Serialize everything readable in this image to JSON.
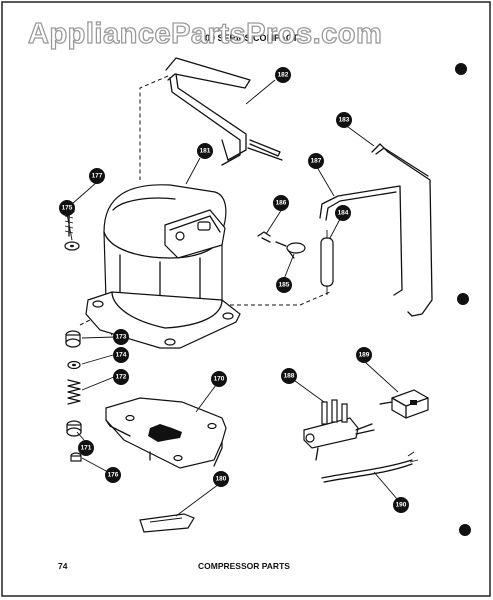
{
  "watermark": "AppliancePartsPros.com",
  "header_text": "100 SERIES COMPACT",
  "footer": {
    "page_number": "74",
    "title": "COMPRESSOR PARTS"
  },
  "parts": [
    {
      "id": "p177",
      "label": "177"
    },
    {
      "id": "p175",
      "label": "175"
    },
    {
      "id": "p181",
      "label": "181"
    },
    {
      "id": "p182",
      "label": "182"
    },
    {
      "id": "p183",
      "label": "183"
    },
    {
      "id": "p187",
      "label": "187"
    },
    {
      "id": "p186",
      "label": "186"
    },
    {
      "id": "p184",
      "label": "184"
    },
    {
      "id": "p185",
      "label": "185"
    },
    {
      "id": "p173",
      "label": "173"
    },
    {
      "id": "p174",
      "label": "174"
    },
    {
      "id": "p172",
      "label": "172"
    },
    {
      "id": "p171",
      "label": "171"
    },
    {
      "id": "p176",
      "label": "176"
    },
    {
      "id": "p170",
      "label": "170"
    },
    {
      "id": "p189",
      "label": "189"
    },
    {
      "id": "p188",
      "label": "188"
    },
    {
      "id": "p180",
      "label": "180"
    },
    {
      "id": "p190",
      "label": "190"
    }
  ]
}
